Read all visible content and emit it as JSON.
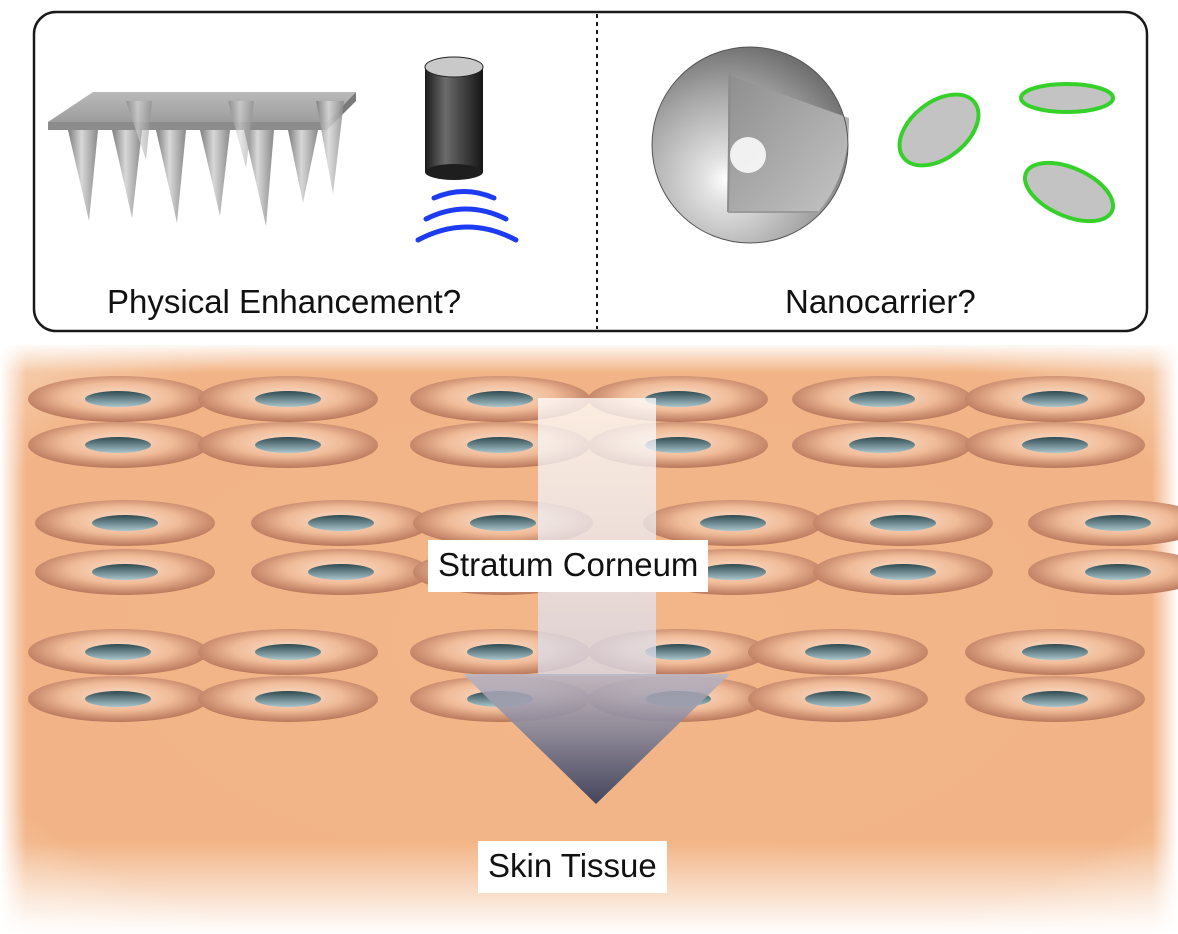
{
  "top_panel": {
    "physical_label": "Physical Enhancement?",
    "nanocarrier_label": "Nanocarrier?"
  },
  "skin": {
    "stratum_label": "Stratum Corneum",
    "tissue_label": "Skin Tissue"
  },
  "colors": {
    "skin_background": "#f2b486",
    "cell_body": "#f0c0a0",
    "cell_nucleus": "#5f7d86",
    "ultrasound_waves": "#1d3bf0",
    "vesicle_rim": "#35d12a",
    "arrow_dark": "#4f5068"
  },
  "icons": [
    "microneedle-array-icon",
    "ultrasound-transducer-icon",
    "sound-wave-icon",
    "cutaway-nanoparticle-icon",
    "liposome-disc-icon",
    "penetration-arrow-icon"
  ]
}
